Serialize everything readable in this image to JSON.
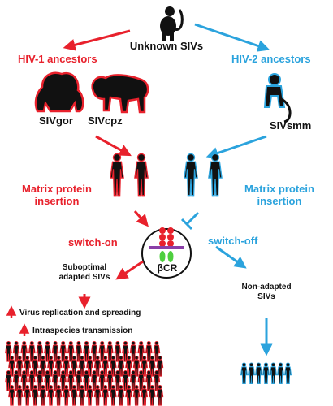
{
  "title": "Unknown SIVs",
  "left_branch": {
    "heading": "HIV-1 ancestors",
    "species": [
      "SIVgor",
      "SIVcpz"
    ],
    "step": "Matrix protein insertion",
    "switch": "switch-on",
    "outcome": "Suboptimal adapted SIVs",
    "effects": [
      "Virus replication and spreading",
      "Intraspecies transmission"
    ]
  },
  "right_branch": {
    "heading": "HIV-2 ancestors",
    "species": [
      "SIVsmm"
    ],
    "step": "Matrix protein insertion",
    "switch": "switch-off",
    "outcome": "Non-adapted SIVs"
  },
  "receptor": {
    "label": "βCR"
  },
  "colors": {
    "hiv1": "#e8212c",
    "hiv2": "#2ba3dd",
    "text": "#111111"
  },
  "icons": [
    "monkey-icon",
    "gorilla-icon",
    "chimpanzee-icon",
    "sooty-mangabey-icon",
    "human-figure-icon",
    "receptor-icon",
    "crowd-icon",
    "up-arrow-icon"
  ]
}
